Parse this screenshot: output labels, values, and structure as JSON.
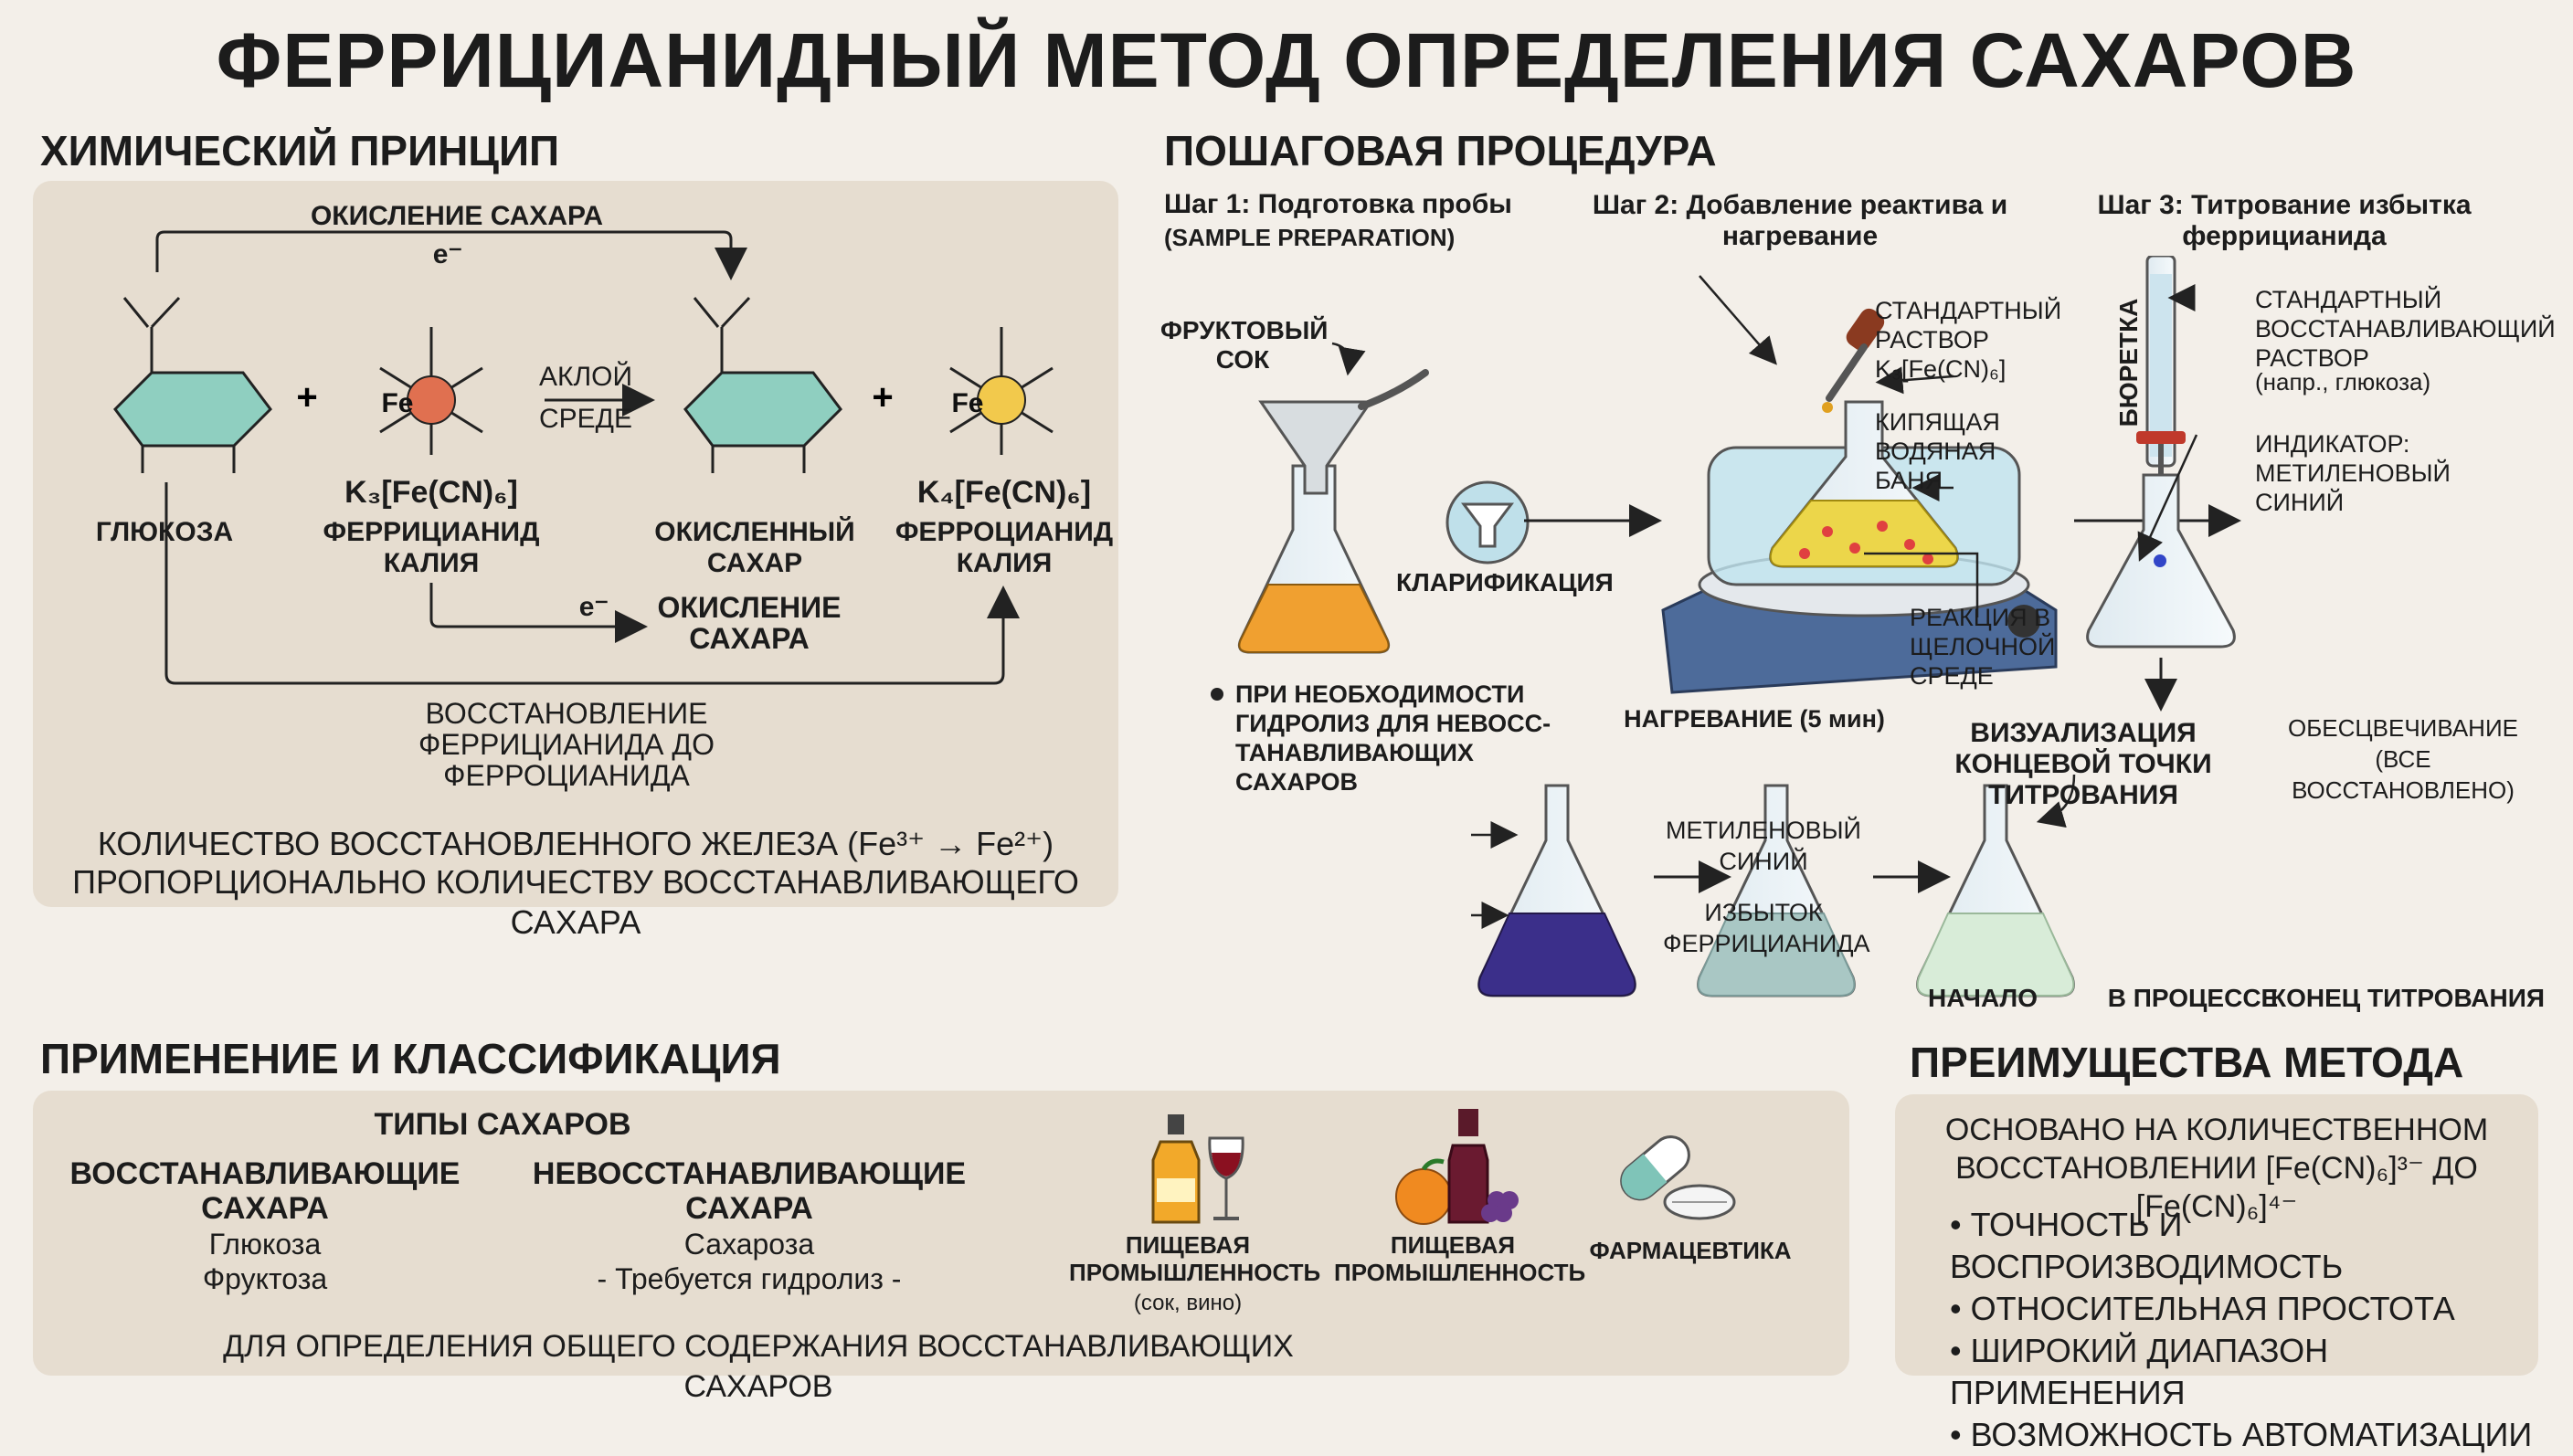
{
  "title": "ФЕРРИЦИАНИДНЫЙ МЕТОД ОПРЕДЕЛЕНИЯ САХАРОВ",
  "principle": {
    "heading": "ХИМИЧЕСКИЙ ПРИНЦИП",
    "oxidation_top": "ОКИСЛЕНИЕ САХАРА",
    "electron": "e⁻",
    "glucose": "ГЛЮКОЗА",
    "ferricyanide_formula": "K₃[Fe(CN)₆]",
    "ferricyanide_name": "ФЕРРИЦИАНИД КАЛИЯ",
    "condition_1": "АКЛОЙ",
    "condition_2": "СРЕДЕ",
    "oxidized_sugar": "ОКИСЛЕННЫЙ САХАР",
    "ferrocyanide_formula": "K₄[Fe(CN)₆]",
    "ferrocyanide_name": "ФЕРРОЦИАНИД КАЛИЯ",
    "oxidation_bottom": "ОКИСЛЕНИЕ САХАРА",
    "reduction": "ВОССТАНОВЛЕНИЕ ФЕРРИЦИАНИДА ДО ФЕРРОЦИАНИДА",
    "summary_line1": "КОЛИЧЕСТВО ВОССТАНОВЛЕННОГО ЖЕЛЕЗА (Fe³⁺ → Fe²⁺)",
    "summary_line2": "ПРОПОРЦИОНАЛЬНО КОЛИЧЕСТВУ ВОССТАНАВЛИВАЮЩЕГО САХАРА",
    "fe_label": "Fe"
  },
  "procedure": {
    "heading": "ПОШАГОВАЯ ПРОЦЕДУРА",
    "step1_title": "Шаг 1: Подготовка пробы",
    "step1_sub": "(SAMPLE PREPARATION)",
    "juice": "ФРУКТОВЫЙ СОК",
    "clarification": "КЛАРИФИКАЦИЯ",
    "hydrolysis_note": "ПРИ НЕОБХОДИМОСТИ ГИДРОЛИЗ ДЛЯ НЕВОСС-ТАНАВЛИВАЮЩИХ САХАРОВ",
    "step2_title": "Шаг 2: Добавление реактива и нагревание",
    "std_solution": "СТАНДАРТНЫЙ РАСТВОР K₃[Fe(CN)₆]",
    "water_bath": "КИПЯЩАЯ ВОДЯНАЯ БАНЯ",
    "alkaline": "РЕАКЦИЯ В ЩЕЛОЧНОЙ СРЕДЕ",
    "heating": "НАГРЕВАНИЕ (5 мин)",
    "step3_title": "Шаг 3: Титрование избытка феррицианида",
    "burette": "БЮРЕТКА",
    "reducing_solution": "СТАНДАРТНЫЙ ВОССТАНАВЛИВАЮЩИЙ РАСТВОР",
    "reducing_example": "(напр., глюкоза)",
    "indicator": "ИНДИКАТОР: МЕТИЛЕНОВЫЙ СИНИЙ",
    "endpoint_title": "ВИЗУАЛИЗАЦИЯ КОНЦЕВОЙ ТОЧКИ ТИТРОВАНИЯ",
    "decolor": "ОБЕСЦВЕЧИВАНИЕ (ВСЕ ВОССТАНОВЛЕНО)",
    "methylene": "МЕТИЛЕНОВЫЙ СИНИЙ",
    "excess": "ИЗБЫТОК ФЕРРИЦИАНИДА",
    "stage_start": "НАЧАЛО",
    "stage_process": "В ПРОЦЕССЕ",
    "stage_end": "КОНЕЦ ТИТРОВАНИЯ"
  },
  "application": {
    "heading": "ПРИМЕНЕНИЕ И КЛАССИФИКАЦИЯ",
    "types_title": "ТИПЫ САХАРОВ",
    "reducing_title": "ВОССТАНАВЛИВАЮЩИЕ САХАРА",
    "reducing_items": [
      "Глюкоза",
      "Фруктоза"
    ],
    "nonreducing_title": "НЕВОССТАНАВЛИВАЮЩИЕ САХАРА",
    "nonreducing_items": [
      "Сахароза",
      "- Требуется гидролиз -"
    ],
    "footer": "ДЛЯ ОПРЕДЕЛЕНИЯ ОБЩЕГО СОДЕРЖАНИЯ ВОССТАНАВЛИВАЮЩИХ САХАРОВ",
    "food1_label": "ПИЩЕВАЯ ПРОМЫШЛЕННОСТЬ",
    "food1_sub": "(сок, вино)",
    "food2_label": "ПИЩЕВАЯ ПРОМЫШЛЕННОСТЬ",
    "pharma_label": "ФАРМАЦЕВТИКА"
  },
  "advantages": {
    "heading": "ПРЕИМУЩЕСТВА МЕТОДА",
    "basis_line1": "ОСНОВАНО НА КОЛИЧЕСТВЕННОМ",
    "basis_line2": "ВОССТАНОВЛЕНИИ [Fe(CN)₆]³⁻ ДО [Fe(CN)₆]⁴⁻",
    "items": [
      "ТОЧНОСТЬ И ВОСПРОИЗВОДИМОСТЬ",
      "ОТНОСИТЕЛЬНАЯ ПРОСТОТА",
      "ШИРОКИЙ ДИАПАЗОН ПРИМЕНЕНИЯ",
      "ВОЗМОЖНОСТЬ АВТОМАТИЗАЦИИ"
    ]
  },
  "colors": {
    "background": "#f3efe9",
    "panel": "#e6ddd0",
    "ring": "#8fcfc0",
    "fe3": "#e07050",
    "fe2": "#f2c94c",
    "methylene": "#3b2f8a"
  }
}
